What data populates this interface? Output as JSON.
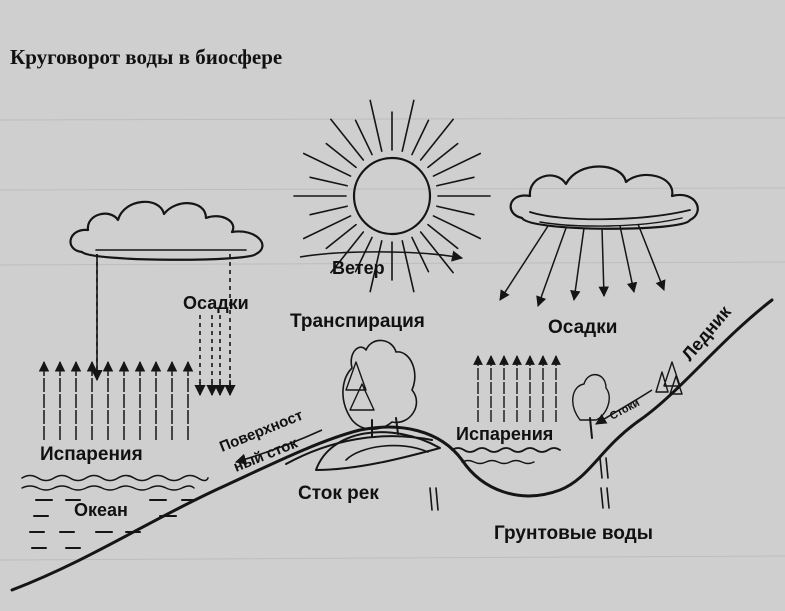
{
  "title": "Круговорот воды в биосфере",
  "labels": {
    "wind": "Ветер",
    "precipitation_left": "Осадки",
    "transpiration": "Транспирация",
    "precipitation_right": "Осадки",
    "glacier": "Ледник",
    "evaporation_left": "Испарения",
    "surface_runoff_line1": "Поверхност",
    "surface_runoff_line2": "ный сток",
    "evaporation_right": "Испарения",
    "runoffs": "Стоки",
    "ocean": "Океан",
    "river_runoff": "Сток рек",
    "groundwater": "Грунтовые воды"
  }
}
